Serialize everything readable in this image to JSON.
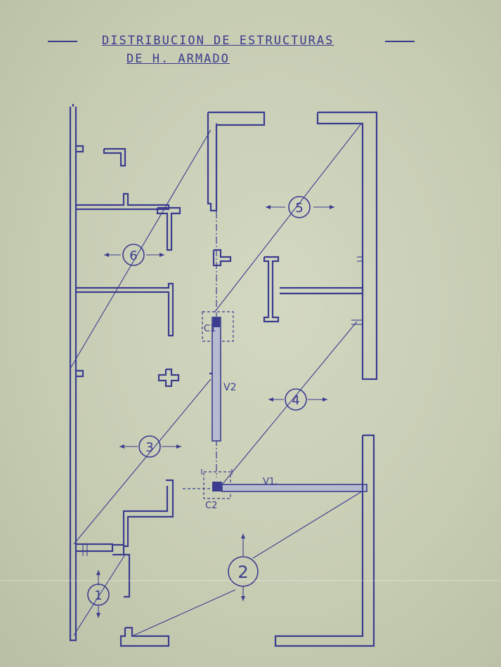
{
  "title": {
    "line1": "DISTRIBUCION DE ESTRUCTURAS",
    "line2": "DE H. ARMADO"
  },
  "slabs": [
    {
      "id": "slab-1",
      "label": "1"
    },
    {
      "id": "slab-2",
      "label": "2"
    },
    {
      "id": "slab-3",
      "label": "3"
    },
    {
      "id": "slab-4",
      "label": "4"
    },
    {
      "id": "slab-5",
      "label": "5"
    },
    {
      "id": "slab-6",
      "label": "6"
    }
  ],
  "columns": {
    "c1": "C1",
    "c2": "C2"
  },
  "beams": {
    "v1": "V1.",
    "v2": "V2"
  },
  "colors": {
    "ink": "#3b3c8f",
    "paper": "#c9cfb6"
  }
}
